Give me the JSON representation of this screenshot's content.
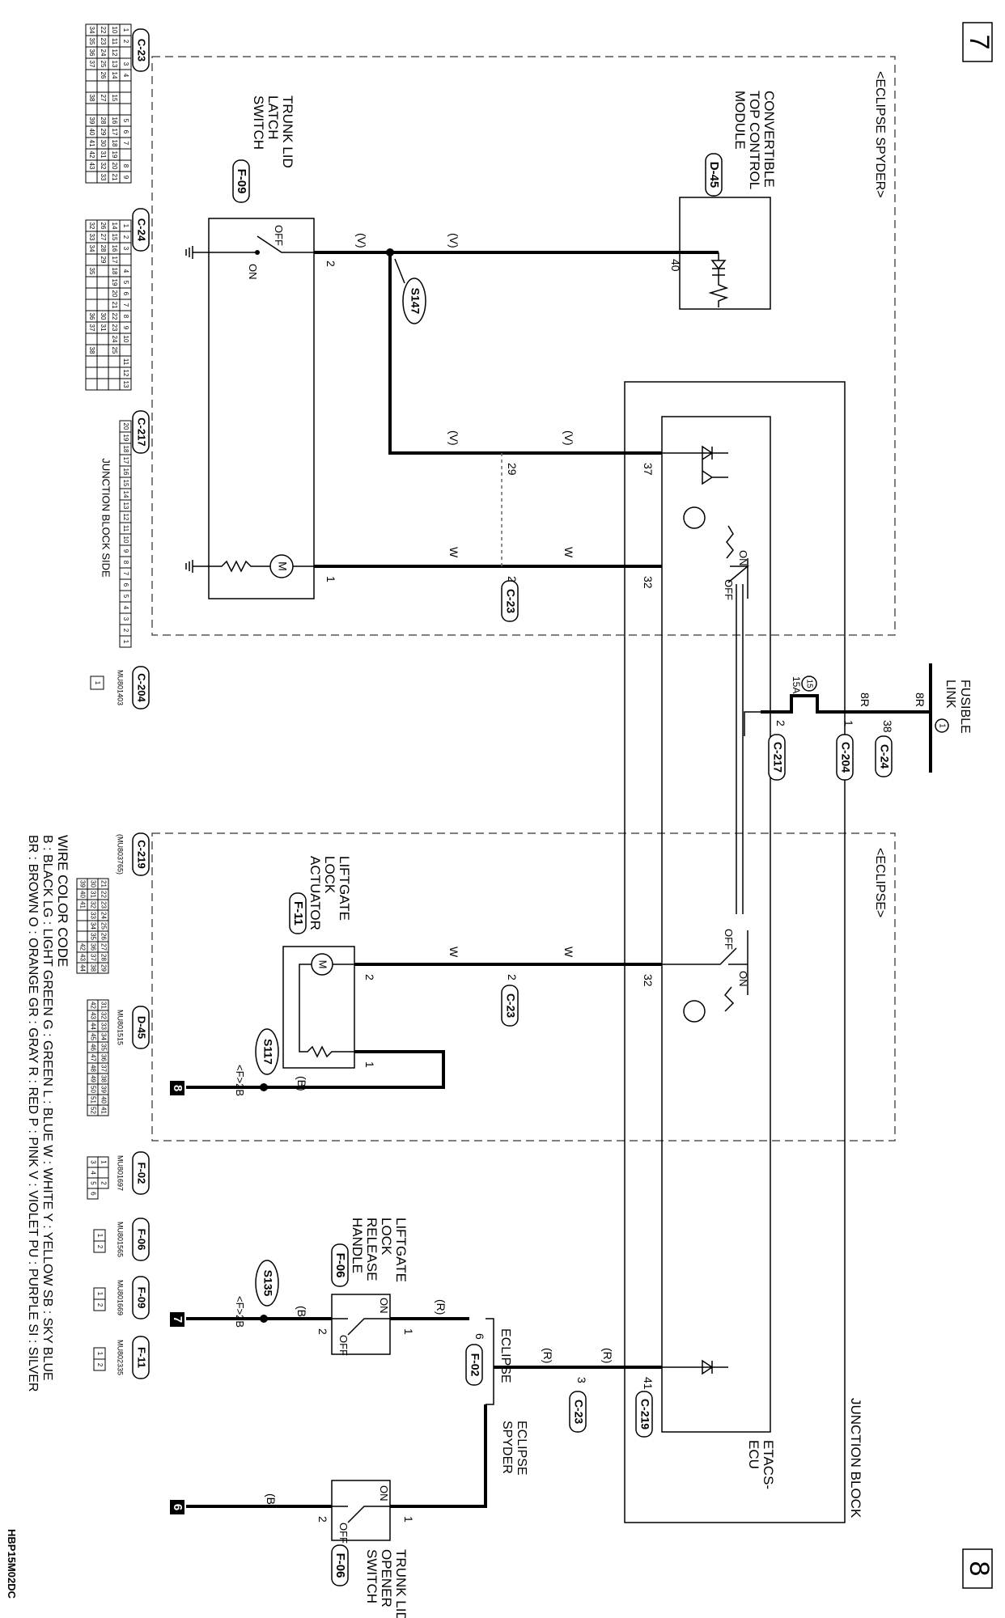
{
  "page": {
    "current": "7",
    "next": "8",
    "code": "HBP15M02DC"
  },
  "groups": {
    "spyder": "<ECLIPSE SPYDER>",
    "eclipse": "<ECLIPSE>"
  },
  "components": {
    "ctm": {
      "name": [
        "CONVERTIBLE",
        "TOP CONTROL",
        "MODULE"
      ],
      "connector": "D-45"
    },
    "trunk_latch": {
      "name": [
        "TRUNK LID",
        "LATCH",
        "SWITCH"
      ],
      "connector": "F-09",
      "off": "OFF",
      "on": "ON"
    },
    "liftgate_act": {
      "name": [
        "LIFTGATE",
        "LOCK",
        "ACTUATOR"
      ],
      "connector": "F-11"
    },
    "liftgate_rel": {
      "name": [
        "LIFTGATE",
        "LOCK",
        "RELEASE",
        "HANDLE"
      ],
      "connector": "F-06",
      "on": "ON",
      "off": "OFF"
    },
    "trunk_opener": {
      "name": [
        "TRUNK LID",
        "OPENER",
        "SWITCH"
      ],
      "connector": "F-06",
      "on": "ON",
      "off": "OFF"
    },
    "junction_block": "JUNCTION BLOCK",
    "etacs": [
      "ETACS-",
      "ECU"
    ],
    "fusible_link": [
      "FUSIBLE",
      "LINK"
    ],
    "fusible_num": "1",
    "fuse_num": "15",
    "fuse_amp": "15A",
    "relay_on": "ON",
    "relay_off": "OFF"
  },
  "wires": {
    "ctm_pin": "40",
    "splice_s147": "S147",
    "v": "(V)",
    "w": "W",
    "r": "(R)",
    "b": "(B)",
    "pin_2": "2",
    "pin_1": "1",
    "pin_29": "29",
    "pin_37": "37",
    "pin_32": "32",
    "pin_2b": "2",
    "c23": "C-23",
    "eclipse_pin_32": "32",
    "eclipse_pin_2": "2",
    "eclipse_pin_2b": "2",
    "eclipse_c23": "C-23",
    "splice_s117": "S117",
    "f2b": "<F>2B",
    "rel_pin_1": "1",
    "rel_pin_2": "2",
    "f02_pin": "6",
    "f02": "F-02",
    "label_eclipse": "ECLIPSE",
    "label_spyder": [
      "ECLIPSE",
      "SPYDER"
    ],
    "c23_pin3": "3",
    "c23_b": "C-23",
    "c219_pin": "41",
    "c219": "C-219",
    "splice_s135": "S135",
    "opener_pin_1": "1",
    "opener_pin_2": "2",
    "ref_8": "8",
    "ref_7": "7",
    "ref_6": "6",
    "power": {
      "top": "8R",
      "top2": "8R",
      "pin38": "38",
      "c24": "C-24",
      "pin1": "1",
      "c204": "C-204",
      "pin2": "2",
      "c217": "C-217"
    },
    "act_pin1": "1"
  },
  "connector_views": {
    "c23": {
      "title": "C-23",
      "rows": [
        [
          "1",
          "2",
          "",
          "3",
          "4",
          "",
          "",
          "",
          "5",
          "6",
          "7",
          "",
          "8",
          "9"
        ],
        [
          "10",
          "11",
          "12",
          "13",
          "14",
          "",
          "15",
          "",
          "16",
          "17",
          "18",
          "19",
          "20",
          "21"
        ],
        [
          "22",
          "23",
          "24",
          "25",
          "26",
          "",
          "27",
          "",
          "28",
          "29",
          "30",
          "31",
          "32",
          "33"
        ],
        [
          "34",
          "35",
          "36",
          "37",
          "",
          "",
          "38",
          "",
          "39",
          "40",
          "41",
          "42",
          "43",
          ""
        ]
      ]
    },
    "c24": {
      "title": "C-24",
      "rows": [
        [
          "1",
          "2",
          "3",
          "",
          "4",
          "5",
          "6",
          "7",
          "8",
          "9",
          "10",
          "",
          "11",
          "12",
          "13"
        ],
        [
          "14",
          "15",
          "16",
          "17",
          "18",
          "19",
          "20",
          "21",
          "22",
          "23",
          "24",
          "25",
          "",
          "",
          ""
        ],
        [
          "26",
          "27",
          "28",
          "29",
          "",
          "",
          "",
          "",
          "30",
          "31",
          "",
          "",
          "",
          "",
          ""
        ],
        [
          "32",
          "33",
          "34",
          "",
          "35",
          "",
          "",
          "",
          "36",
          "37",
          "",
          "38",
          "",
          "",
          ""
        ]
      ]
    },
    "c217": {
      "title": "C-217",
      "caption": "JUNCTION BLOCK SIDE",
      "cells": [
        "20",
        "19",
        "18",
        "17",
        "16",
        "15",
        "14",
        "13",
        "12",
        "11",
        "10",
        "9",
        "8",
        "7",
        "6",
        "5",
        "4",
        "3",
        "2",
        "1"
      ]
    },
    "c204": {
      "title": "C-204",
      "part": "MU801403",
      "cells": [
        "1"
      ]
    },
    "c219": {
      "title": "C-219",
      "part": "(MU803765)",
      "rows": [
        [
          "21",
          "22",
          "23",
          "24",
          "25",
          "26",
          "27",
          "28",
          "29"
        ],
        [
          "30",
          "31",
          "32",
          "33",
          "34",
          "35",
          "36",
          "37",
          "38"
        ],
        [
          "39",
          "40",
          "41",
          "",
          "",
          "",
          "42",
          "43",
          "44"
        ]
      ]
    },
    "d45": {
      "title": "D-45",
      "part": "MU801515",
      "rows": [
        [
          "31",
          "32",
          "33",
          "34",
          "35",
          "36",
          "37",
          "38",
          "39",
          "40",
          "41"
        ],
        [
          "42",
          "43",
          "44",
          "45",
          "46",
          "47",
          "48",
          "49",
          "50",
          "51",
          "52"
        ]
      ]
    },
    "f02": {
      "title": "F-02",
      "part": "MU801697",
      "rows": [
        [
          "1",
          "",
          "2"
        ],
        [
          "3",
          "4",
          "5",
          "6"
        ]
      ]
    },
    "f06": {
      "title": "F-06",
      "part": "MU801565",
      "cells": [
        "1",
        "2"
      ]
    },
    "f09": {
      "title": "F-09",
      "part": "MU801669",
      "cells": [
        "1",
        "2"
      ]
    },
    "f11": {
      "title": "F-11",
      "part": "MU802335",
      "cells": [
        "1",
        "2"
      ]
    }
  },
  "wire_color_code": {
    "title": "WIRE COLOR CODE",
    "lines": [
      "B : BLACK    LG : LIGHT GREEN    G : GREEN    L : BLUE    W : WHITE    Y : YELLOW    SB : SKY BLUE",
      "BR : BROWN    O : ORANGE    GR : GRAY    R : RED    P : PINK    V : VIOLET    PU : PURPLE    SI : SILVER"
    ]
  }
}
